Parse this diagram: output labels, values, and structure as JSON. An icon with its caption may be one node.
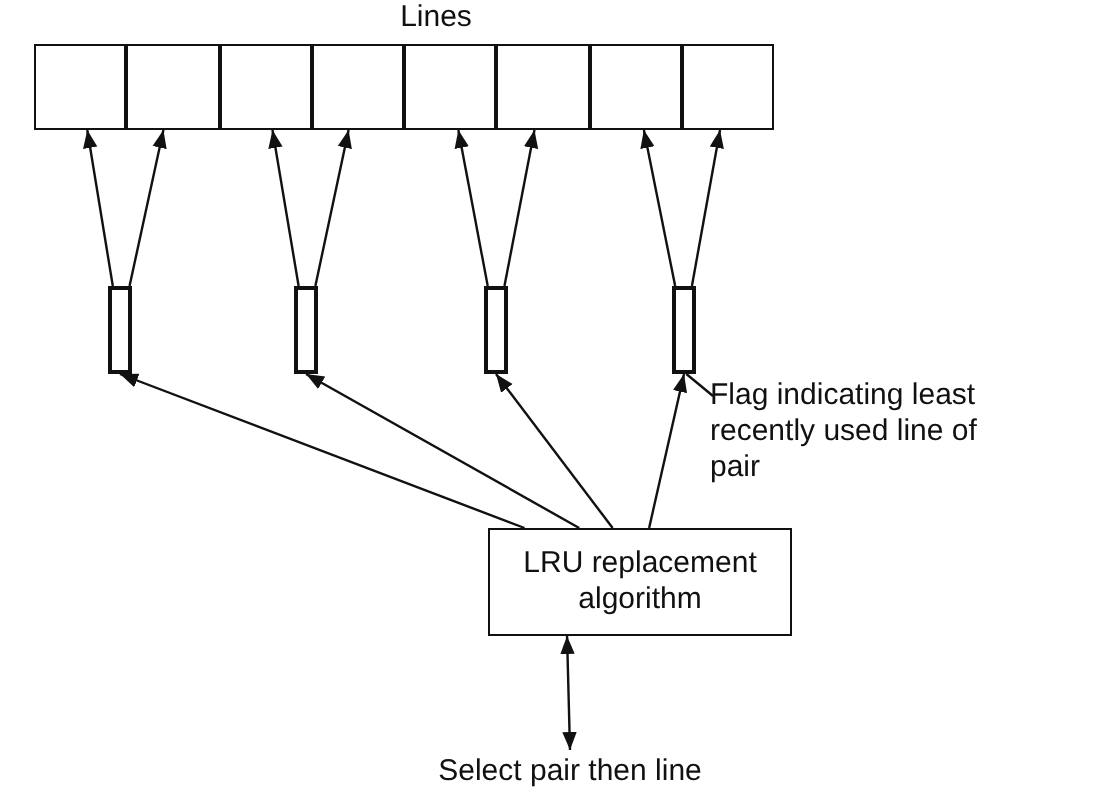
{
  "diagram": {
    "nodes": [
      {
        "text": [],
        "shape": "box"
      },
      {
        "text": [],
        "shape": "box"
      },
      {
        "text": [],
        "shape": "box"
      },
      {
        "text": [],
        "shape": "box"
      },
      {
        "text": [],
        "shape": "box"
      },
      {
        "text": [],
        "shape": "box"
      },
      {
        "text": [],
        "shape": "box"
      },
      {
        "text": [],
        "shape": "box"
      },
      {
        "text": [],
        "shape": "bar"
      },
      {
        "text": [],
        "shape": "bar"
      },
      {
        "text": [],
        "shape": "bar"
      },
      {
        "text": [],
        "shape": "bar"
      },
      {
        "text": [
          "LRU replacement algorithm"
        ]
      },
      {
        "text": [
          "Flag indicating least recently used line of pair"
        ]
      },
      {
        "text": [
          "Select pair then line"
        ]
      }
    ],
    "edges": [
      {
        "from": 8,
        "to": 0,
        "arrow": "to"
      },
      {
        "from": 8,
        "to": 1,
        "arrow": "to"
      },
      {
        "from": 9,
        "to": 2,
        "arrow": "to"
      },
      {
        "from": 9,
        "to": 3,
        "arrow": "to"
      },
      {
        "from": 10,
        "to": 4,
        "arrow": "to"
      },
      {
        "from": 10,
        "to": 5,
        "arrow": "to"
      },
      {
        "from": 11,
        "to": 6,
        "arrow": "to"
      },
      {
        "from": 11,
        "to": 7,
        "arrow": "to"
      },
      {
        "from": 12,
        "to": 8,
        "arrow": "to"
      },
      {
        "from": 12,
        "to": 9,
        "arrow": "to"
      },
      {
        "from": 12,
        "to": 10,
        "arrow": "to"
      },
      {
        "from": 12,
        "to": 11,
        "arrow": "to"
      },
      {
        "from": 13,
        "to": 11,
        "arrow": "none"
      },
      {
        "from": 12,
        "to": 14,
        "arrow": "both"
      }
    ],
    "labels": [
      "Lines"
    ]
  }
}
